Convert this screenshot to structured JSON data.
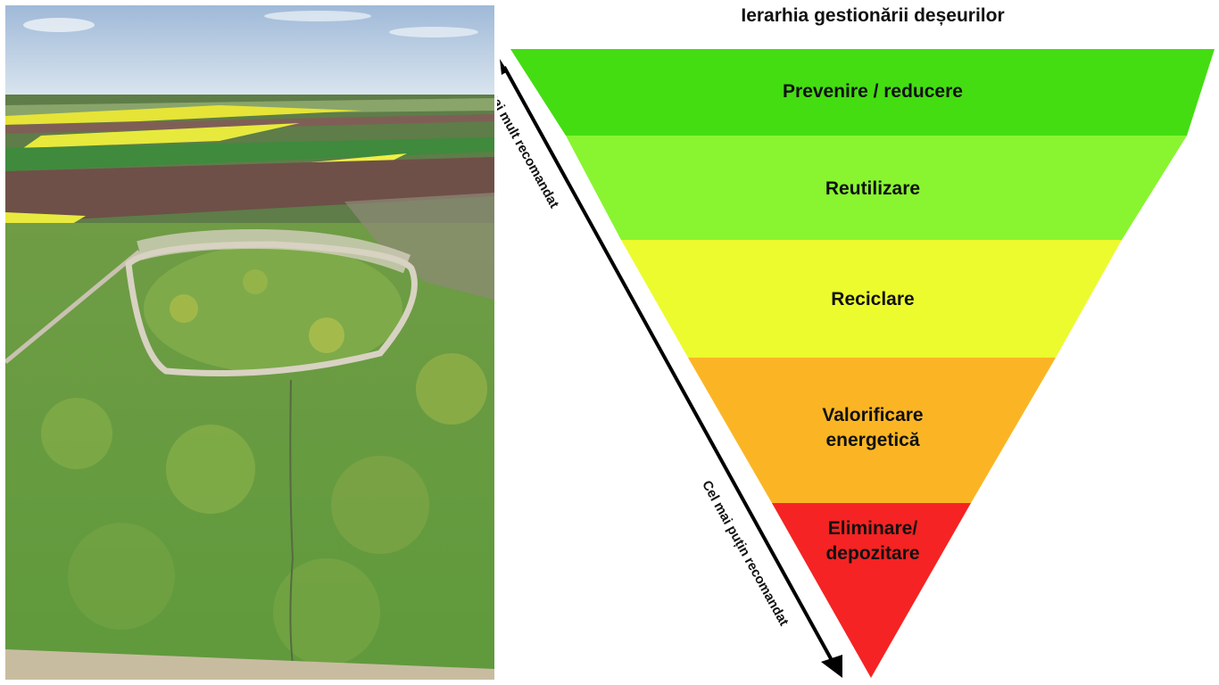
{
  "diagram": {
    "title": "Ierarhia gestionării deșeurilor",
    "tiers": [
      {
        "label": "Prevenire / reducere",
        "color": "#44dd12"
      },
      {
        "label": "Reutilizare",
        "color": "#88f530"
      },
      {
        "label": "Reciclare",
        "color": "#ecfb2e"
      },
      {
        "label": "Valorificare\nenergetică",
        "color": "#fbb524"
      },
      {
        "label": "Eliminare/\ndepozitare",
        "color": "#f52323"
      }
    ],
    "axis": {
      "top_label": "Cel mai mult recomandat",
      "bottom_label": "Cel mai puțin recomandat"
    }
  },
  "photo": {
    "subject": "aerial-landfill-photo"
  }
}
